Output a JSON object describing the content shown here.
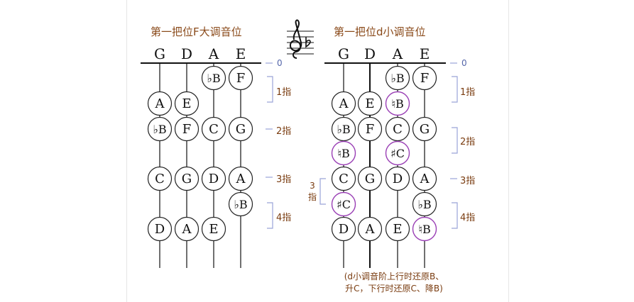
{
  "left_title": "第一把位F大调音位",
  "right_title": "第一把位d小调音位",
  "strings": [
    "G",
    "D",
    "A",
    "E"
  ],
  "open_label": "0",
  "fingers": [
    "1指",
    "2指",
    "3指",
    "4指"
  ],
  "side_third_finger": [
    "3",
    "指"
  ],
  "note_text": [
    "(d小调音阶上行时还原B、",
    "升C，下行时还原C、降B)"
  ],
  "icons": {
    "clef": "treble-clef-with-flat-icon"
  },
  "colors": {
    "circle": "#222222",
    "accent_circle": "#9a3fb5",
    "bracket": "#9aa4d8",
    "title": "#8a4a1a"
  },
  "left_notes": [
    {
      "string": 2,
      "row": 0,
      "label": "♭B"
    },
    {
      "string": 3,
      "row": 0,
      "label": "F"
    },
    {
      "string": 0,
      "row": 1,
      "label": "A"
    },
    {
      "string": 1,
      "row": 1,
      "label": "E"
    },
    {
      "string": 0,
      "row": 2,
      "label": "♭B"
    },
    {
      "string": 1,
      "row": 2,
      "label": "F"
    },
    {
      "string": 2,
      "row": 2,
      "label": "C"
    },
    {
      "string": 3,
      "row": 2,
      "label": "G"
    },
    {
      "string": 0,
      "row": 4,
      "label": "C"
    },
    {
      "string": 1,
      "row": 4,
      "label": "G"
    },
    {
      "string": 2,
      "row": 4,
      "label": "D"
    },
    {
      "string": 3,
      "row": 4,
      "label": "A"
    },
    {
      "string": 3,
      "row": 5,
      "label": "♭B"
    },
    {
      "string": 0,
      "row": 6,
      "label": "D"
    },
    {
      "string": 1,
      "row": 6,
      "label": "A"
    },
    {
      "string": 2,
      "row": 6,
      "label": "E"
    }
  ],
  "right_notes": [
    {
      "string": 2,
      "row": 0,
      "label": "♭B",
      "accent": false
    },
    {
      "string": 3,
      "row": 0,
      "label": "F",
      "accent": false
    },
    {
      "string": 0,
      "row": 1,
      "label": "A",
      "accent": false
    },
    {
      "string": 1,
      "row": 1,
      "label": "E",
      "accent": false
    },
    {
      "string": 2,
      "row": 1,
      "label": "♮B",
      "accent": true
    },
    {
      "string": 0,
      "row": 2,
      "label": "♭B",
      "accent": false
    },
    {
      "string": 1,
      "row": 2,
      "label": "F",
      "accent": false
    },
    {
      "string": 2,
      "row": 2,
      "label": "C",
      "accent": false
    },
    {
      "string": 3,
      "row": 2,
      "label": "G",
      "accent": false
    },
    {
      "string": 0,
      "row": 3,
      "label": "♮B",
      "accent": true
    },
    {
      "string": 2,
      "row": 3,
      "label": "♯C",
      "accent": true
    },
    {
      "string": 0,
      "row": 4,
      "label": "C",
      "accent": false
    },
    {
      "string": 1,
      "row": 4,
      "label": "G",
      "accent": false
    },
    {
      "string": 2,
      "row": 4,
      "label": "D",
      "accent": false
    },
    {
      "string": 3,
      "row": 4,
      "label": "A",
      "accent": false
    },
    {
      "string": 0,
      "row": 5,
      "label": "♯C",
      "accent": true
    },
    {
      "string": 3,
      "row": 5,
      "label": "♭B",
      "accent": false
    },
    {
      "string": 0,
      "row": 6,
      "label": "D",
      "accent": false
    },
    {
      "string": 1,
      "row": 6,
      "label": "A",
      "accent": false
    },
    {
      "string": 2,
      "row": 6,
      "label": "E",
      "accent": false
    },
    {
      "string": 3,
      "row": 6,
      "label": "♮B",
      "accent": true
    }
  ]
}
